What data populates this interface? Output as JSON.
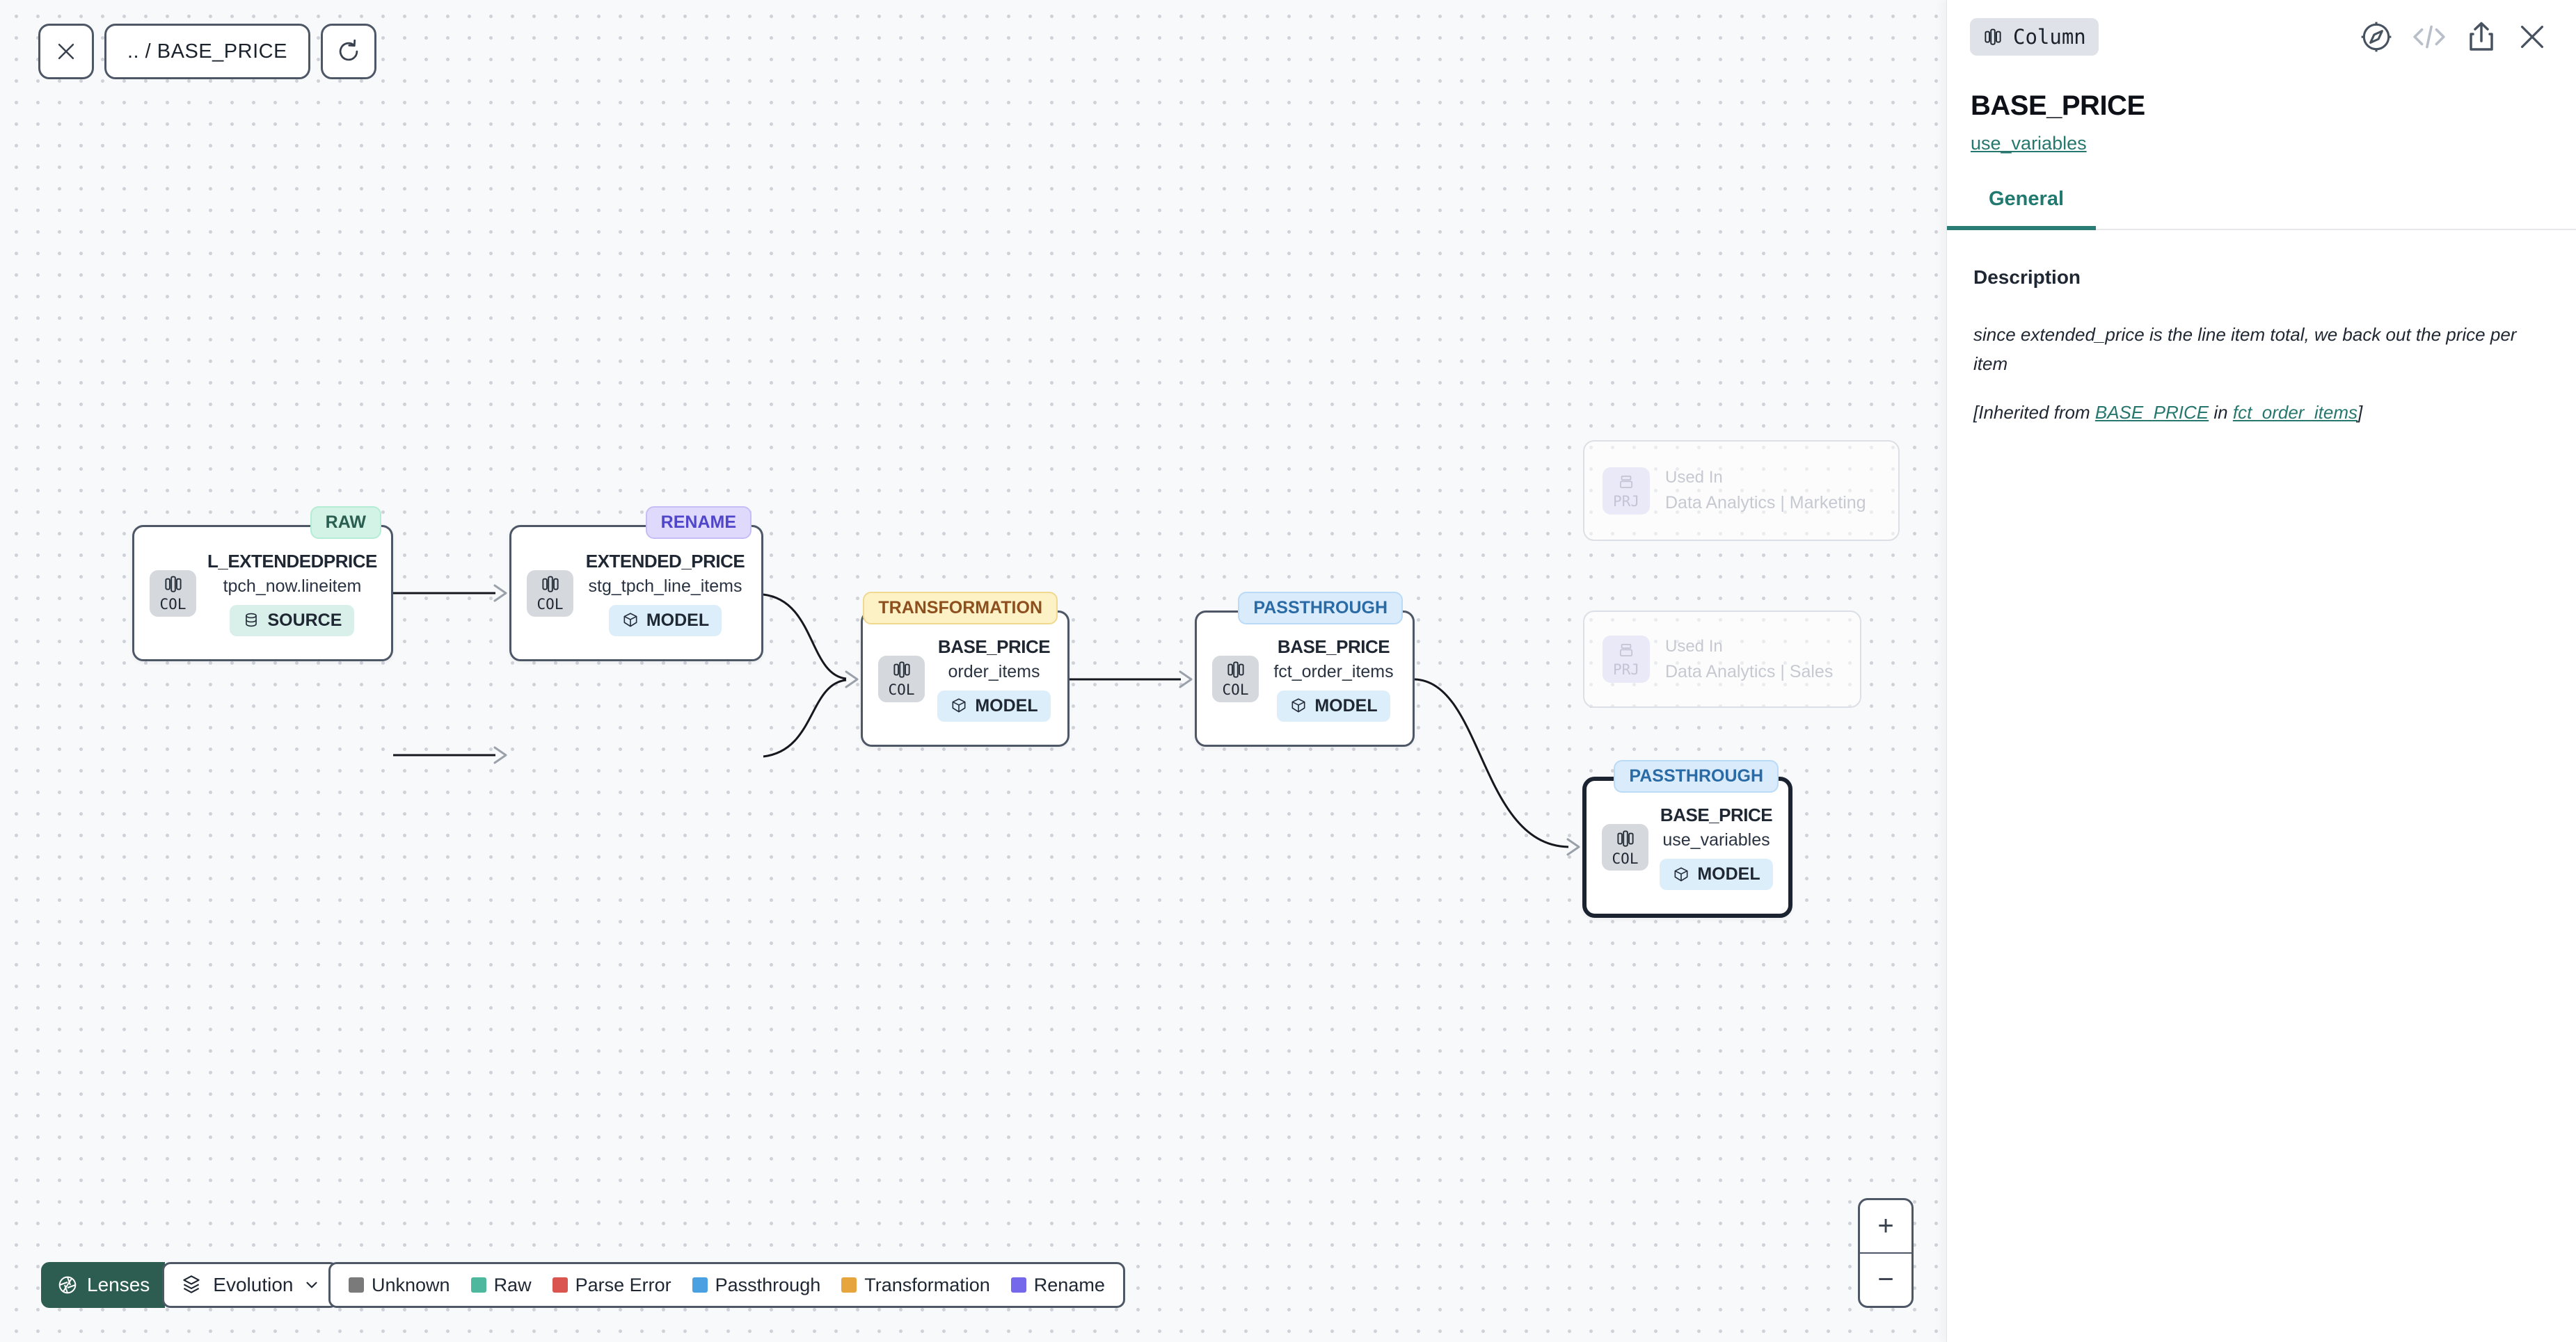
{
  "toolbar": {
    "breadcrumb": ".. / BASE_PRICE"
  },
  "canvas": {
    "nodes": [
      {
        "badge": "RAW",
        "title": "L_EXTENDEDPRICE",
        "subtitle": "tpch_now.lineitem",
        "chip": "SOURCE",
        "icon_label": "COL"
      },
      {
        "badge": "RENAME",
        "title": "EXTENDED_PRICE",
        "subtitle": "stg_tpch_line_items",
        "chip": "MODEL",
        "icon_label": "COL"
      },
      {
        "badge": "TRANSFORMATION",
        "title": "BASE_PRICE",
        "subtitle": "order_items",
        "chip": "MODEL",
        "icon_label": "COL"
      },
      {
        "badge": "PASSTHROUGH",
        "title": "BASE_PRICE",
        "subtitle": "fct_order_items",
        "chip": "MODEL",
        "icon_label": "COL"
      },
      {
        "badge": "PASSTHROUGH",
        "title": "BASE_PRICE",
        "subtitle": "use_variables",
        "chip": "MODEL",
        "icon_label": "COL",
        "selected": true
      }
    ],
    "projects": [
      {
        "icon_label": "PRJ",
        "label": "Used In",
        "name": "Data Analytics | Marketing"
      },
      {
        "icon_label": "PRJ",
        "label": "Used In",
        "name": "Data Analytics | Sales"
      }
    ]
  },
  "controls": {
    "lenses_label": "Lenses",
    "lens_selected": "Evolution",
    "zoom_in": "+",
    "zoom_out": "−"
  },
  "legend": {
    "items": [
      {
        "label": "Unknown",
        "color": "#7a7a7a"
      },
      {
        "label": "Raw",
        "color": "#4db89e"
      },
      {
        "label": "Parse Error",
        "color": "#da5450"
      },
      {
        "label": "Passthrough",
        "color": "#4aa0e0"
      },
      {
        "label": "Transformation",
        "color": "#e7a53d"
      },
      {
        "label": "Rename",
        "color": "#7668ea"
      }
    ]
  },
  "panel": {
    "type_badge": "Column",
    "title": "BASE_PRICE",
    "subtitle_link": "use_variables",
    "tabs": [
      {
        "label": "General",
        "active": true
      }
    ],
    "description_label": "Description",
    "description_text": "since extended_price is the line item total, we back out the price per item",
    "inherited_prefix": "[Inherited from ",
    "inherited_link1": "BASE_PRICE",
    "inherited_middle": " in ",
    "inherited_link2": "fct_order_items",
    "inherited_suffix": "]"
  },
  "colors": {
    "accent_teal": "#217a70",
    "lenses_bg": "#2d5d50",
    "edge": "#15181e",
    "node_border": "#4d5766",
    "selected_border": "#1c2330",
    "badge_raw_bg": "#d3f3e6",
    "badge_rename_bg": "#dfdafc",
    "badge_transformation_bg": "#fdf1c6",
    "badge_passthrough_bg": "#daecfc"
  }
}
